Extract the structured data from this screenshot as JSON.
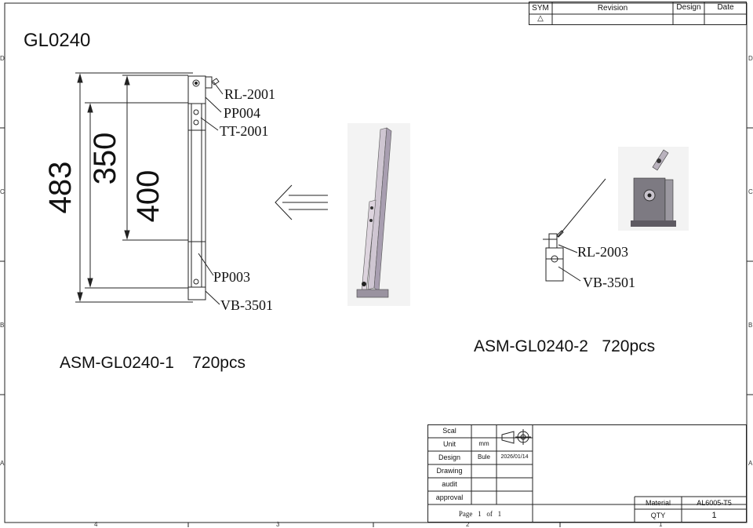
{
  "drawing": {
    "part_number": "GL0240",
    "assembly_1": "ASM-GL0240-1    720pcs",
    "assembly_2": "ASM-GL0240-2   720pcs"
  },
  "dimensions": {
    "d483": "483",
    "d350": "350",
    "d400": "400"
  },
  "callouts_left": {
    "rl": "RL-2001",
    "pp004": "PP004",
    "tt": "TT-2001",
    "pp003": "PP003",
    "vb": "VB-3501"
  },
  "callouts_right": {
    "rl": "RL-2003",
    "vb": "VB-3501"
  },
  "revision_table": {
    "sym": "SYM",
    "revision": "Revision",
    "design": "Design",
    "date": "Date",
    "sym_value": "△"
  },
  "title_block": {
    "scal_label": "Scal",
    "unit_label": "Unit",
    "unit_value": "mm",
    "design_label": "Design",
    "design_value": "Bule",
    "design_date": "2026/01/14",
    "drawing_label": "Drawing",
    "audit_label": "audit",
    "approval_label": "approval",
    "page_text": "Page   1   of   1",
    "material_label": "Material",
    "material_value": "AL6005-T5",
    "qty_label": "QTY",
    "qty_value": "1"
  },
  "zones": {
    "right": [
      "D",
      "C",
      "B",
      "A"
    ],
    "left": [
      "D",
      "C",
      "B",
      "A"
    ],
    "bottom": [
      "4",
      "3",
      "2",
      "1"
    ]
  }
}
